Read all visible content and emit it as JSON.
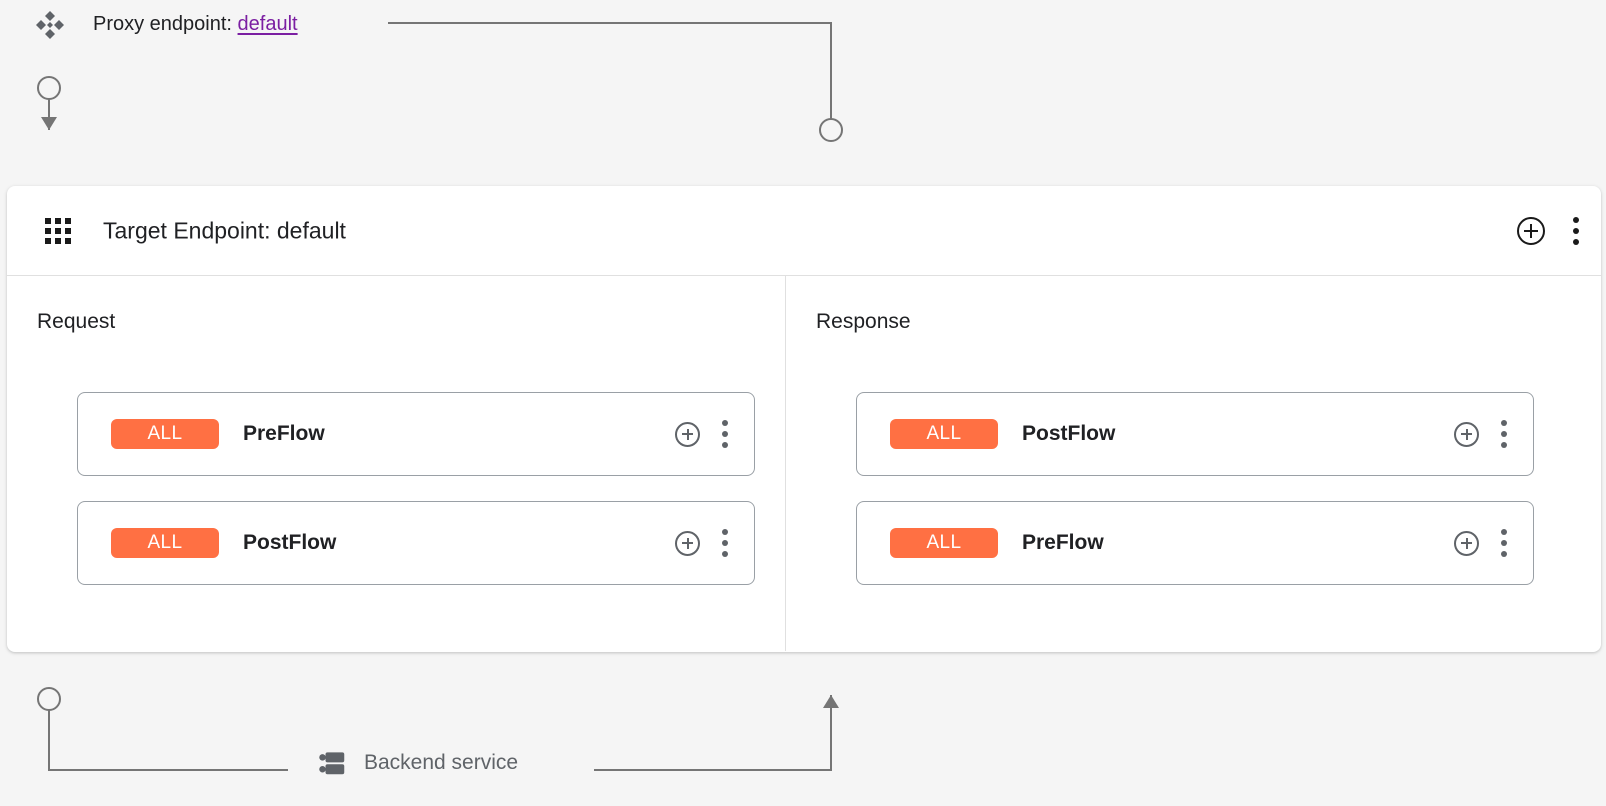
{
  "proxy": {
    "icon": "proxy-diamond-icon",
    "label_prefix": "Proxy endpoint:",
    "endpoint_name": "default",
    "link_color": "#7b1fa2"
  },
  "panel": {
    "icon": "apps-grid-icon",
    "title": "Target Endpoint: default",
    "actions": {
      "add_label": "add-icon",
      "menu_label": "more-options-icon"
    }
  },
  "columns": [
    {
      "id": "request",
      "heading": "Request",
      "flow_direction": "down",
      "cards": [
        {
          "badge": "ALL",
          "name": "PreFlow"
        },
        {
          "badge": "ALL",
          "name": "PostFlow"
        }
      ]
    },
    {
      "id": "response",
      "heading": "Response",
      "flow_direction": "up",
      "cards": [
        {
          "badge": "ALL",
          "name": "PostFlow"
        },
        {
          "badge": "ALL",
          "name": "PreFlow"
        }
      ]
    }
  ],
  "backend": {
    "icon": "server-icon",
    "label": "Backend service"
  },
  "colors": {
    "badge_orange": "#FF7043",
    "link_purple": "#7b1fa2",
    "wire_gray": "#757575",
    "panel_white": "#ffffff",
    "page_background": "#f5f5f5",
    "border_gray": "#9aa0a6"
  }
}
